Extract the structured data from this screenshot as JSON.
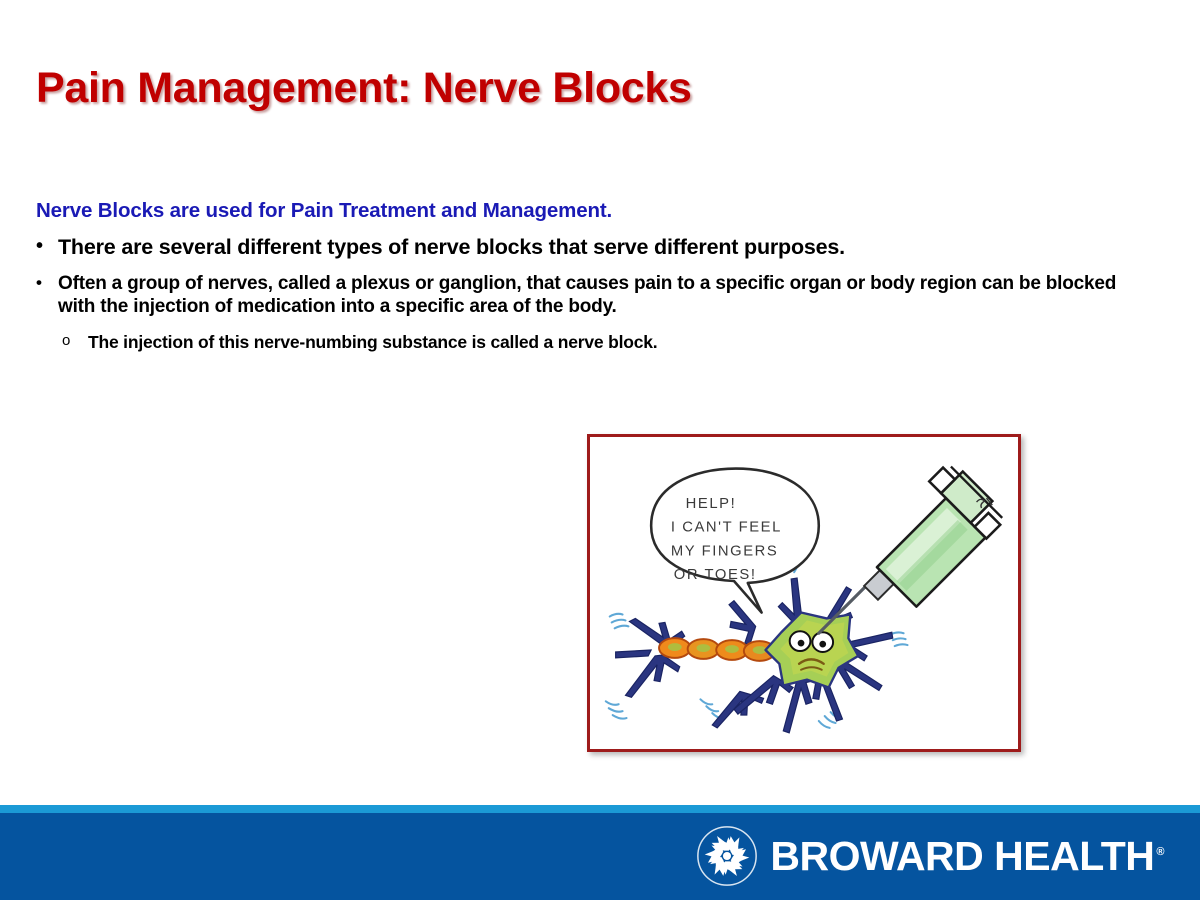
{
  "slide": {
    "title": "Pain Management: Nerve Blocks",
    "title_color": "#C00000",
    "background_color": "#FFFFFF"
  },
  "body": {
    "lead_line": "Nerve Blocks are used for Pain Treatment and Management.",
    "lead_color": "#1A1AB5",
    "bullets": [
      {
        "level": 1,
        "marker": "•",
        "text": "There are several different types of nerve blocks that serve different purposes."
      },
      {
        "level": 2,
        "marker": "•",
        "text": "Often a group of nerves, called a plexus or ganglion, that causes pain to a specific organ or body region can be blocked with the injection of medication into a specific area of the body."
      },
      {
        "level": 3,
        "marker": "o",
        "text": "The injection of this nerve-numbing substance is called a nerve block."
      }
    ]
  },
  "picture": {
    "name": "cartoon-neuron-with-syringe",
    "frame_border_color": "#9E1B1B",
    "speech_bubble_lines": [
      "HELP!",
      "I CAN'T FEEL",
      "MY FINGERS",
      "OR TOES!"
    ],
    "elements": {
      "neuron_body_color": "#9ACD4A",
      "myelin_color": "#E8891F",
      "dendrite_color": "#27348B",
      "syringe_barrel_color": "#A9DCA4",
      "tingle_mark_color": "#5FA8D6"
    }
  },
  "footer": {
    "accent_color": "#1B9AD6",
    "bar_color": "#05549F",
    "logo_text": "BROWARD HEALTH",
    "logo_registered_mark": "®",
    "logo_mark_name": "broward-health-star-emblem"
  }
}
